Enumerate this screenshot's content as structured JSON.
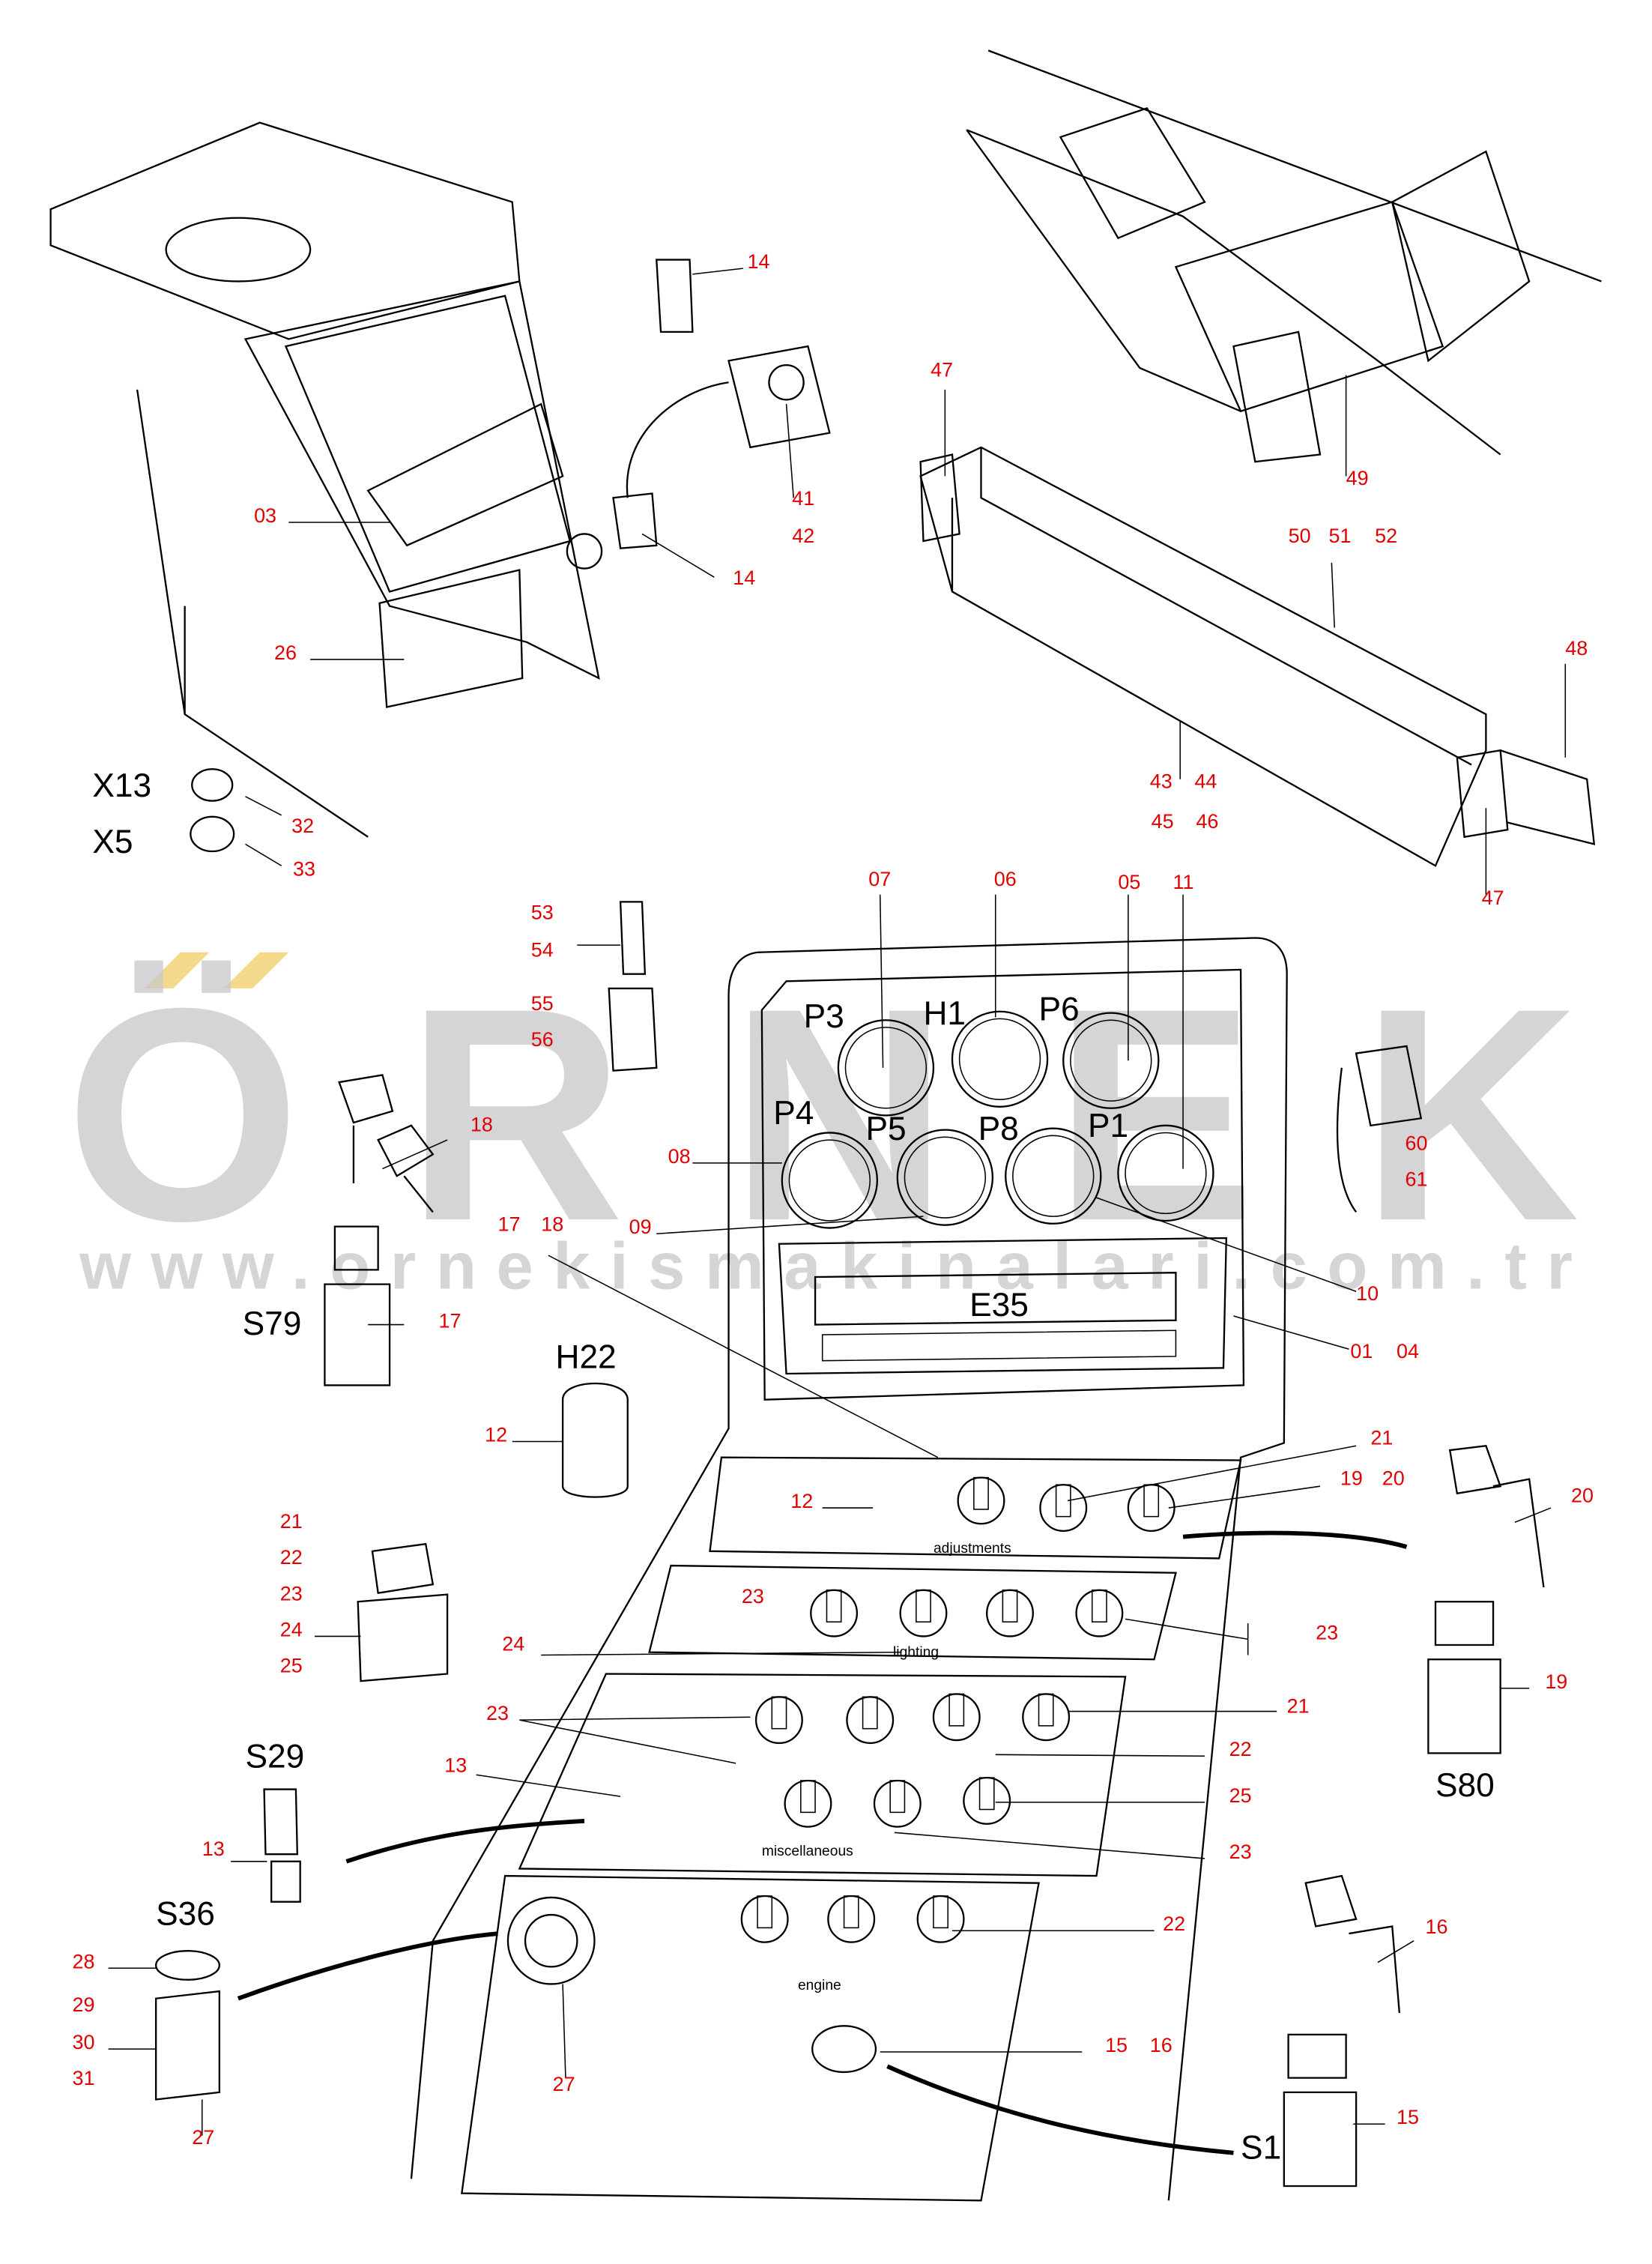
{
  "watermark": {
    "brand": "ÖRNEK",
    "url": "www.ornekismakinalari.com.tr"
  },
  "callouts": [
    "14",
    "41",
    "42",
    "14",
    "03",
    "26",
    "32",
    "33",
    "47",
    "49",
    "50",
    "51",
    "52",
    "48",
    "43",
    "44",
    "45",
    "46",
    "47",
    "07",
    "06",
    "05",
    "11",
    "53",
    "54",
    "55",
    "56",
    "18",
    "60",
    "61",
    "08",
    "09",
    "17",
    "18",
    "10",
    "01",
    "04",
    "17",
    "12",
    "21",
    "19",
    "20",
    "20",
    "12",
    "21",
    "22",
    "23",
    "24",
    "25",
    "23",
    "24",
    "23",
    "19",
    "23",
    "21",
    "22",
    "13",
    "25",
    "13",
    "23",
    "22",
    "16",
    "28",
    "29",
    "30",
    "31",
    "15",
    "16",
    "27",
    "15",
    "27"
  ],
  "designators": [
    "X13",
    "X5",
    "P3",
    "H1",
    "P6",
    "P4",
    "P5",
    "P8",
    "P1",
    "E35",
    "S79",
    "H22",
    "S29",
    "S80",
    "S36",
    "S1"
  ],
  "panel_labels": {
    "adjustments": "adjustments",
    "lighting": "lighting",
    "miscellaneous": "miscellaneous",
    "engine": "engine"
  },
  "colors": {
    "callout": "#e00000",
    "line": "#000000",
    "watermark": "#c8c8cc",
    "watermark_accent": "#f5d98a"
  }
}
